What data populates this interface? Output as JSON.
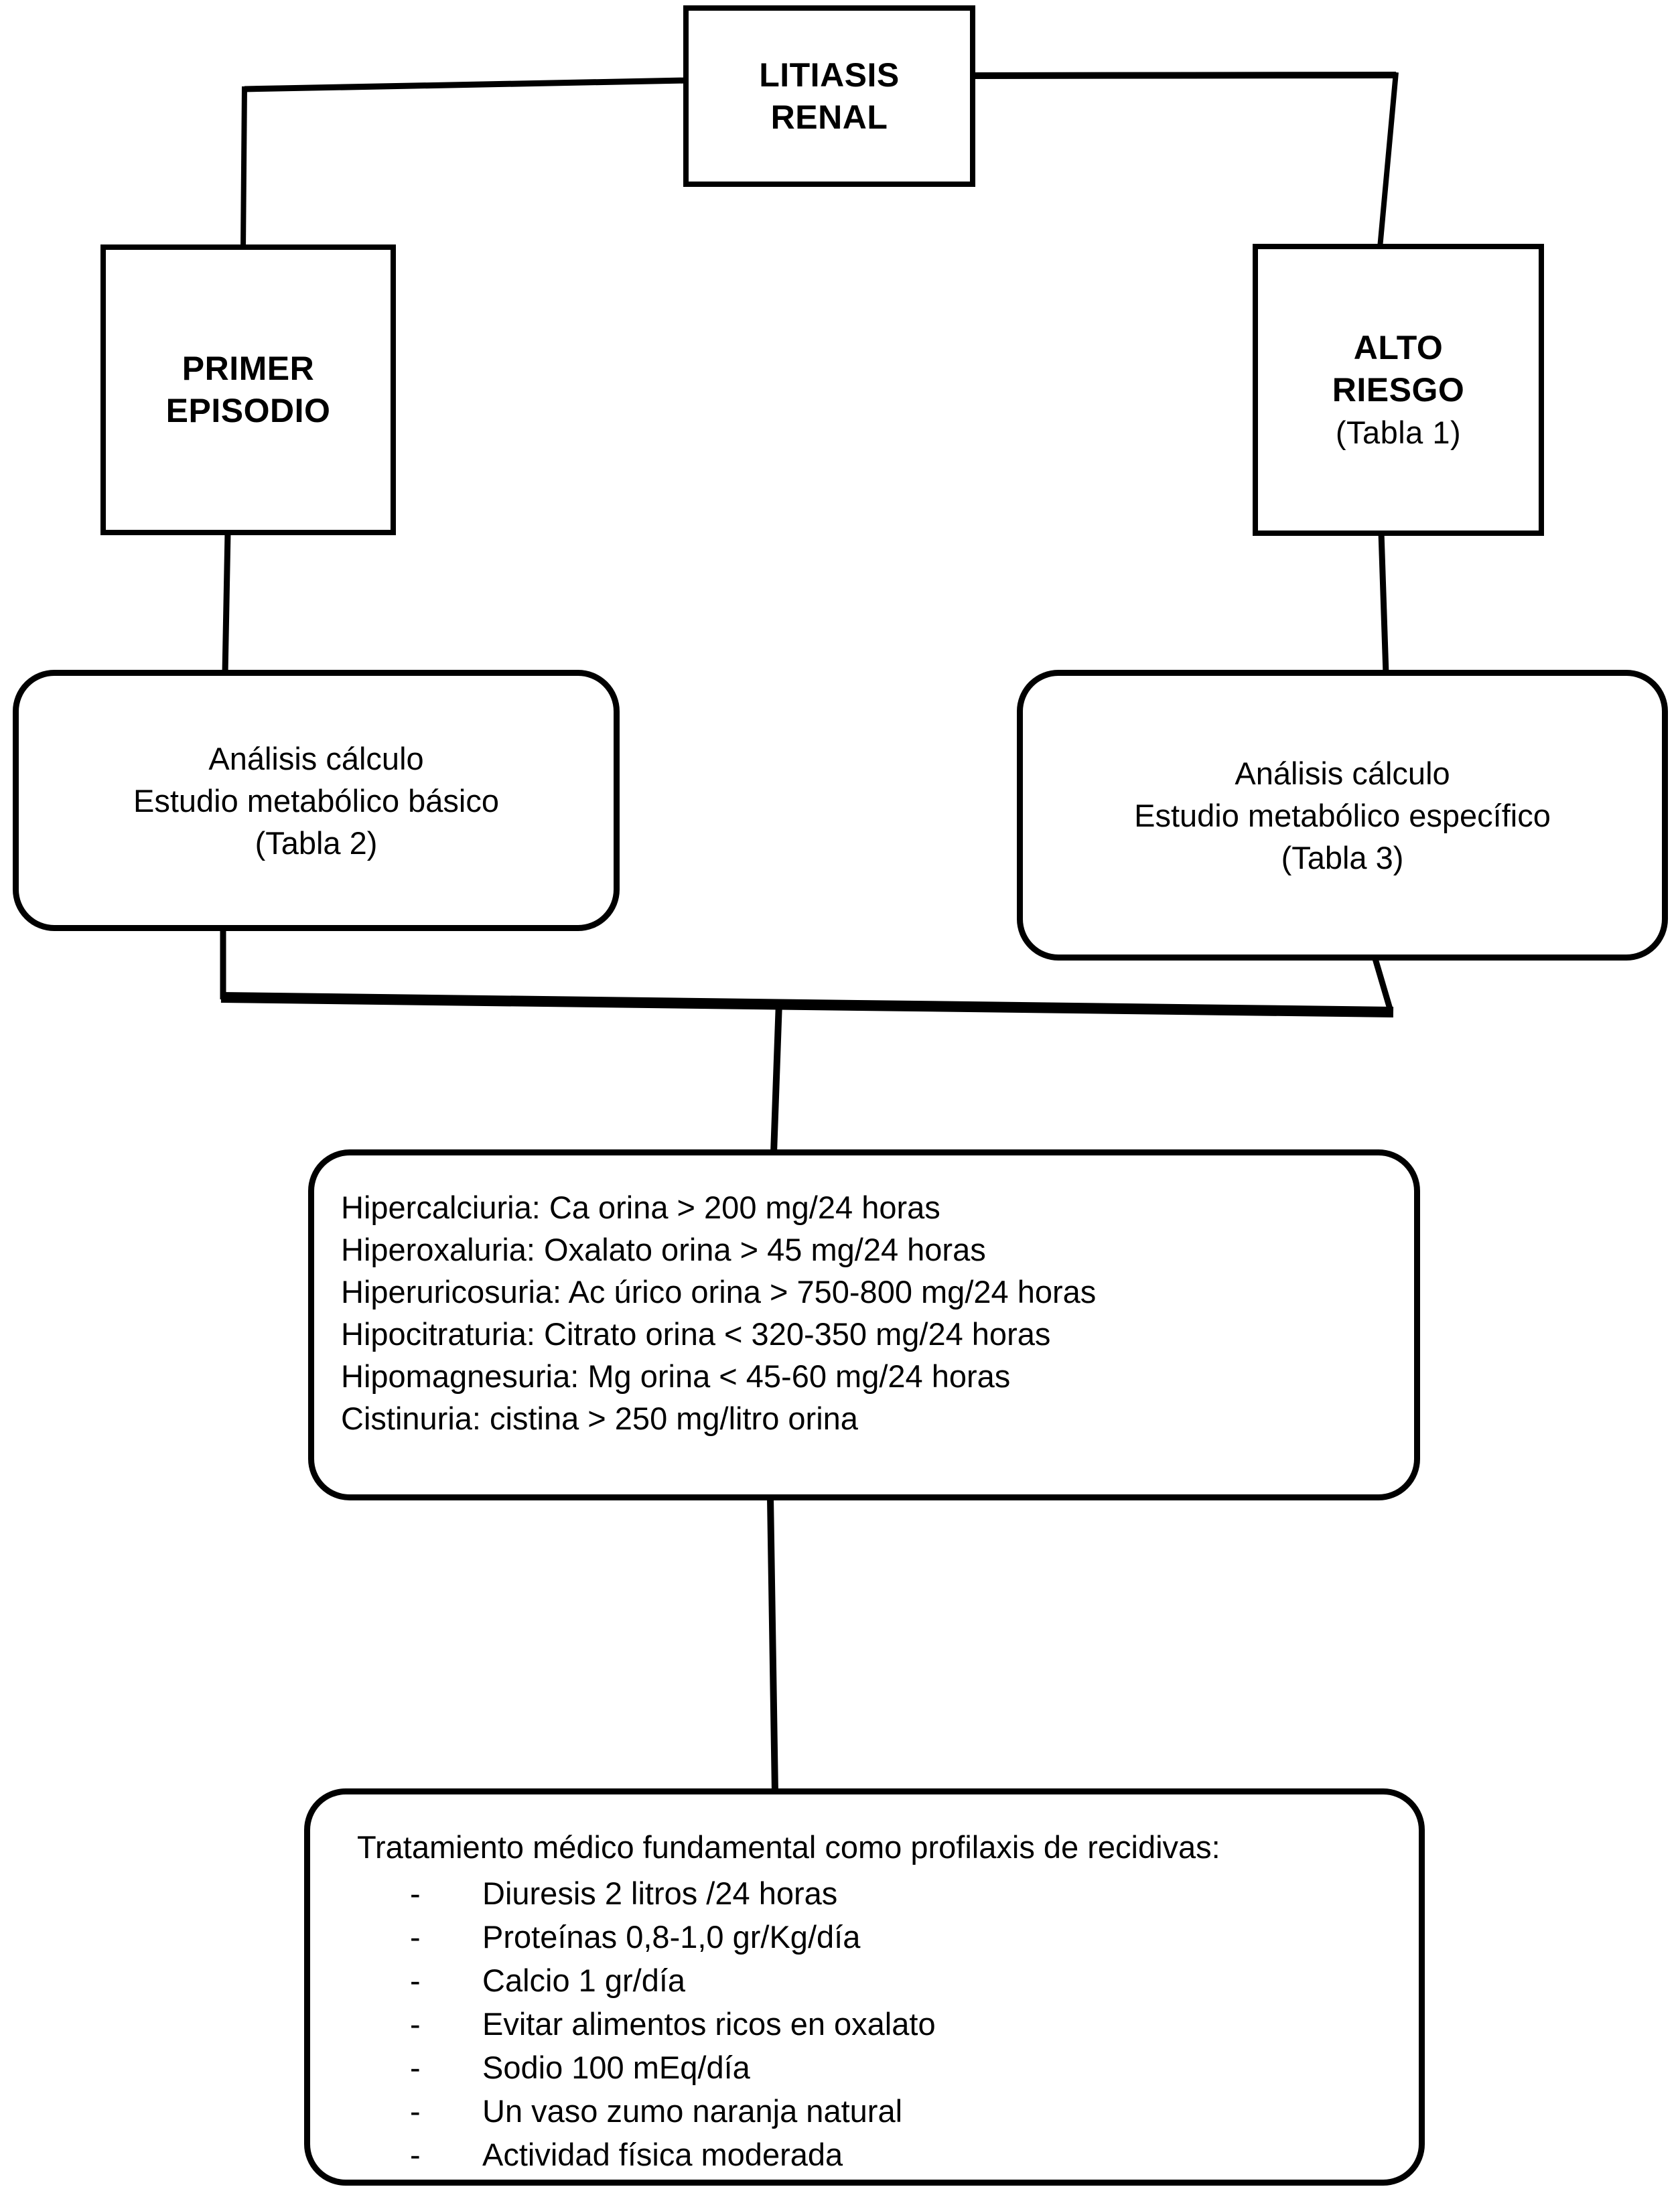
{
  "page": {
    "background": "#ffffff",
    "ink": "#000000"
  },
  "nodes": {
    "root": {
      "lines": [
        "LITIASIS",
        "RENAL"
      ]
    },
    "primer": {
      "lines": [
        "PRIMER",
        "EPISODIO"
      ]
    },
    "alto": {
      "lines": [
        "ALTO",
        "RIESGO"
      ],
      "note": "(Tabla 1)"
    },
    "basico": {
      "lines": [
        "Análisis cálculo",
        "Estudio metabólico básico",
        "(Tabla 2)"
      ]
    },
    "especifico": {
      "lines": [
        "Análisis cálculo",
        "Estudio metabólico específico",
        "(Tabla 3)"
      ]
    },
    "criterios": {
      "lines": [
        "Hipercalciuria: Ca orina > 200 mg/24 horas",
        "Hiperoxaluria: Oxalato orina > 45 mg/24 horas",
        "Hiperuricosuria: Ac úrico orina > 750-800 mg/24 horas",
        "Hipocitraturia: Citrato orina < 320-350 mg/24 horas",
        "Hipomagnesuria: Mg orina < 45-60 mg/24 horas",
        "Cistinuria: cistina > 250 mg/litro orina"
      ]
    },
    "tratamiento": {
      "title": "Tratamiento médico fundamental como profilaxis de recidivas:",
      "bullet": "-",
      "items": [
        "Diuresis 2 litros /24 horas",
        "Proteínas 0,8-1,0 gr/Kg/día",
        "Calcio 1 gr/día",
        "Evitar alimentos ricos en oxalato",
        "Sodio 100 mEq/día",
        "Un vaso zumo naranja natural",
        "Actividad física moderada"
      ]
    }
  }
}
